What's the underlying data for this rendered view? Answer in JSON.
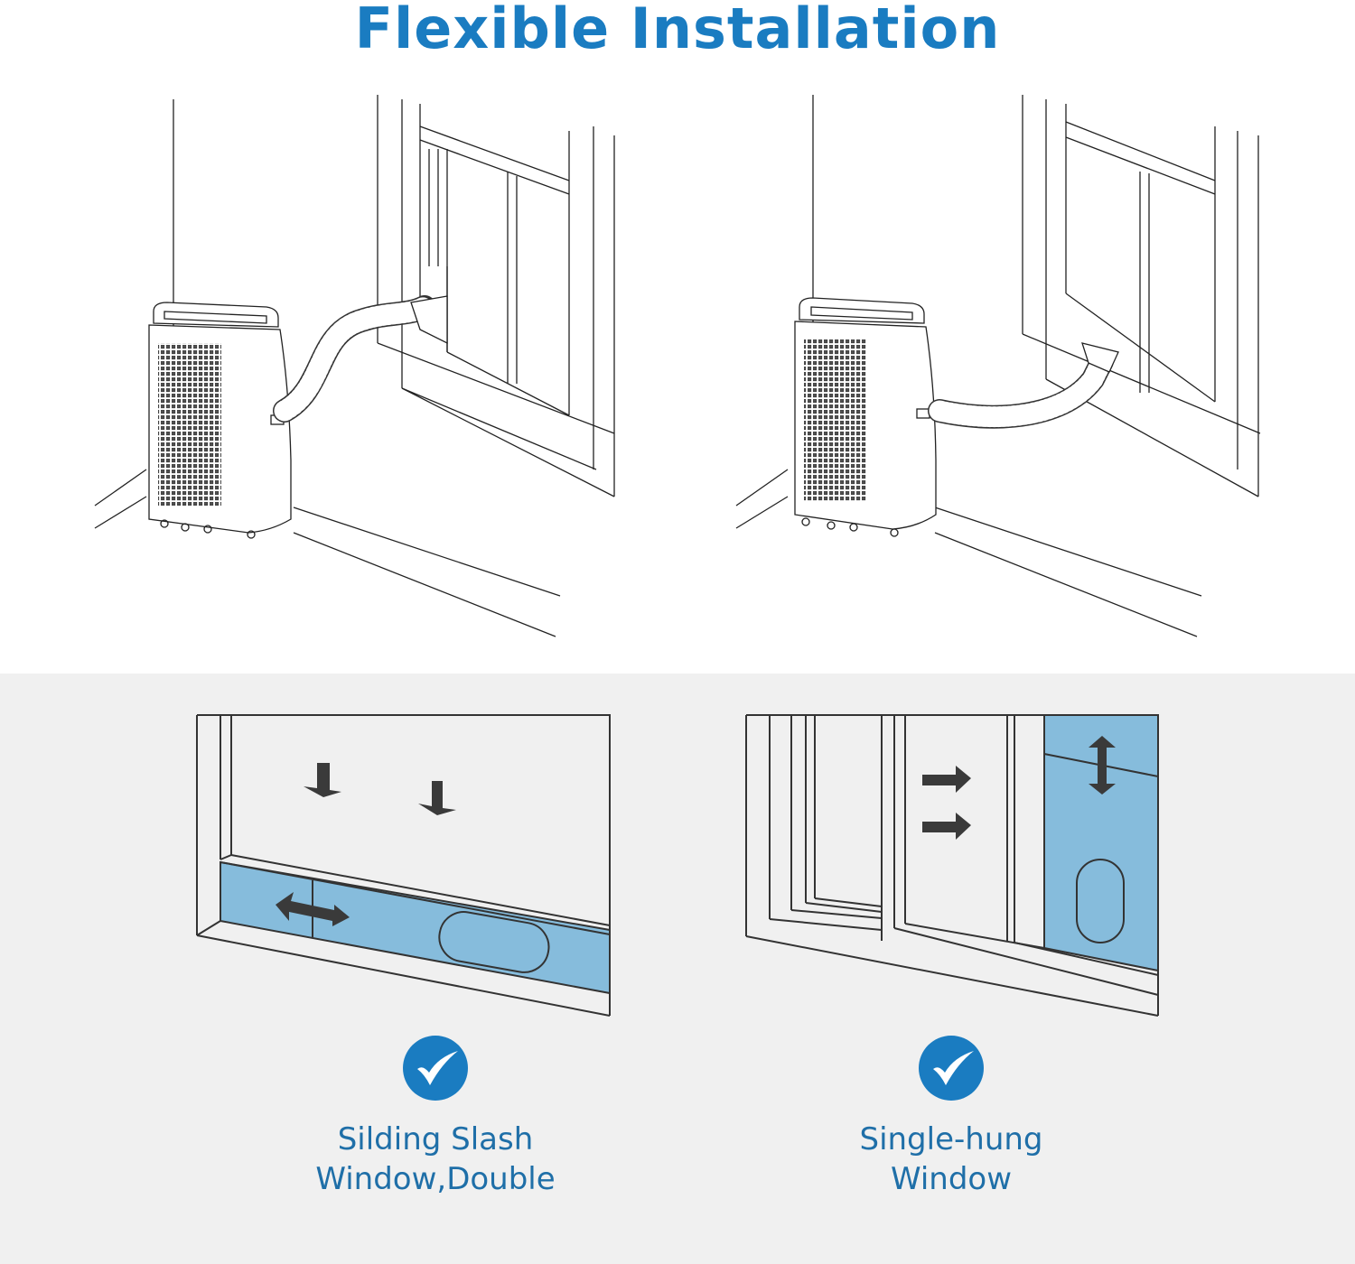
{
  "header": {
    "title": "Flexible Installation"
  },
  "colors": {
    "accent": "#1a7cc1",
    "label": "#1f6fa8",
    "panel_bg": "#f0f0f0",
    "panel_blue": "#86bcdc",
    "line": "#333333"
  },
  "scenes": [
    {
      "name": "sliding-window-installation",
      "hose_exit": "side of window"
    },
    {
      "name": "single-hung-window-installation",
      "hose_exit": "bottom of window"
    }
  ],
  "options": [
    {
      "icon": "check-circle-icon",
      "label_line1": "Silding Slash",
      "label_line2": "Window,Double"
    },
    {
      "icon": "check-circle-icon",
      "label_line1": "Single-hung",
      "label_line2": "Window"
    }
  ]
}
